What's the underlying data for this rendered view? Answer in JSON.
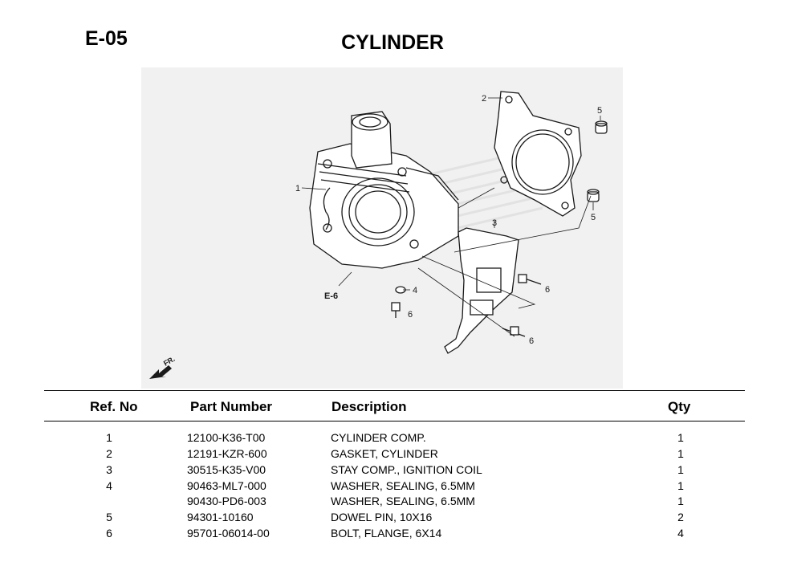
{
  "header": {
    "section_code": "E-05",
    "title": "CYLINDER"
  },
  "diagram": {
    "callouts": [
      "1",
      "2",
      "3",
      "4",
      "5",
      "5",
      "6",
      "6",
      "6"
    ],
    "ref_label": "E-6",
    "front_label": "FR."
  },
  "table": {
    "columns": {
      "ref": "Ref. No",
      "part": "Part Number",
      "desc": "Description",
      "qty": "Qty"
    },
    "rows": [
      {
        "ref": "1",
        "part": "12100-K36-T00",
        "desc": "CYLINDER COMP.",
        "qty": "1"
      },
      {
        "ref": "2",
        "part": "12191-KZR-600",
        "desc": "GASKET, CYLINDER",
        "qty": "1"
      },
      {
        "ref": "3",
        "part": "30515-K35-V00",
        "desc": "STAY COMP., IGNITION COIL",
        "qty": "1"
      },
      {
        "ref": "4",
        "part": "90463-ML7-000",
        "desc": "WASHER, SEALING, 6.5MM",
        "qty": "1"
      },
      {
        "ref": "",
        "part": "90430-PD6-003",
        "desc": "WASHER, SEALING, 6.5MM",
        "qty": "1"
      },
      {
        "ref": "5",
        "part": "94301-10160",
        "desc": "DOWEL PIN, 10X16",
        "qty": "2"
      },
      {
        "ref": "6",
        "part": "95701-06014-00",
        "desc": "BOLT, FLANGE, 6X14",
        "qty": "4"
      }
    ]
  }
}
